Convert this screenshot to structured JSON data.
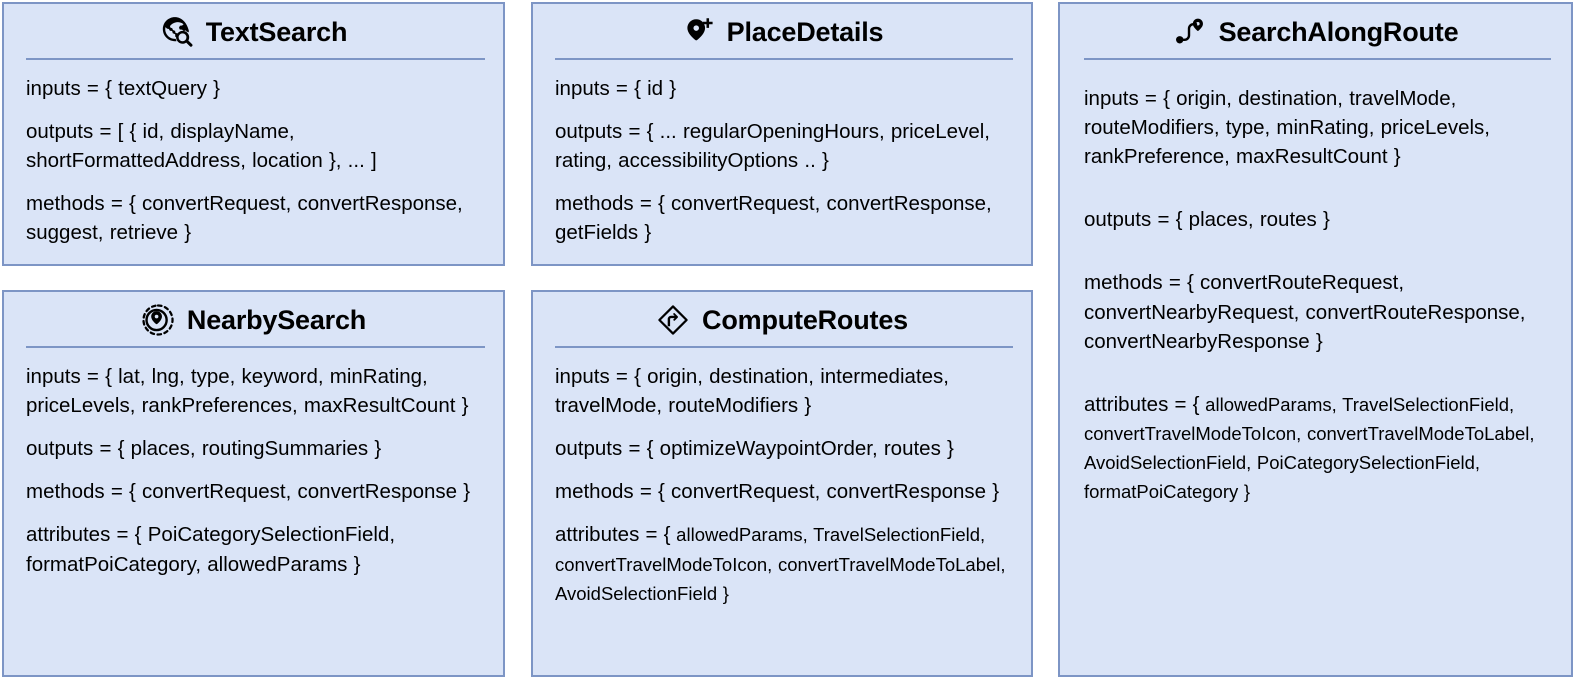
{
  "diagram": {
    "title": "Places & Routes API class cards",
    "colors": {
      "card_fill": "#dae4f7",
      "card_border": "#7d95c5",
      "divider": "#7d95c5",
      "text": "#000000",
      "page_background": "#ffffff"
    }
  },
  "cards": [
    {
      "id": "text-search",
      "title": "TextSearch",
      "icon": "globe-search-icon",
      "entries": [
        {
          "label": "inputs = {",
          "value": " textQuery }"
        },
        {
          "label": "outputs = [",
          "value": " { id, displayName, shortFormattedAddress, location }, ... ]"
        },
        {
          "label": "methods = {",
          "value": " convertRequest, convertResponse, suggest, retrieve }"
        }
      ]
    },
    {
      "id": "place-details",
      "title": "PlaceDetails",
      "icon": "map-pin-plus-icon",
      "entries": [
        {
          "label": "inputs = {",
          "value": " id }"
        },
        {
          "label": "outputs = {",
          "value": " ... regularOpeningHours, priceLevel, rating, accessibilityOptions .. }"
        },
        {
          "label": "methods = {",
          "value": " convertRequest, convertResponse, getFields }"
        }
      ]
    },
    {
      "id": "search-along-route",
      "title": "SearchAlongRoute",
      "icon": "route-pin-icon",
      "entries": [
        {
          "label": "inputs = {",
          "value": " origin, destination, travelMode, routeModifiers, type, minRating, priceLevels, rankPreference, maxResultCount }"
        },
        {
          "label": "outputs = {",
          "value": " places, routes }"
        },
        {
          "label": "methods = {",
          "value": " convertRouteRequest, convertNearbyRequest, convertRouteResponse, convertNearbyResponse }"
        },
        {
          "label": "attributes = {",
          "value": " allowedParams, TravelSelectionField, convertTravelModeToIcon, convertTravelModeToLabel, AvoidSelectionField, PoiCategorySelectionField, formatPoiCategory }",
          "small_value": true
        }
      ]
    },
    {
      "id": "nearby-search",
      "title": "NearbySearch",
      "icon": "radar-pin-icon",
      "entries": [
        {
          "label": "inputs = {",
          "value": " lat, lng, type, keyword, minRating, priceLevels, rankPreferences, maxResultCount }"
        },
        {
          "label": "outputs = {",
          "value": " places, routingSummaries }"
        },
        {
          "label": "methods = {",
          "value": " convertRequest, convertResponse }"
        },
        {
          "label": "attributes = {",
          "value": " PoiCategorySelectionField, formatPoiCategory, allowedParams }"
        }
      ]
    },
    {
      "id": "compute-routes",
      "title": "ComputeRoutes",
      "icon": "turn-right-diamond-icon",
      "entries": [
        {
          "label": "inputs = {",
          "value": " origin, destination, intermediates, travelMode, routeModifiers }"
        },
        {
          "label": "outputs = {",
          "value": " optimizeWaypointOrder, routes }"
        },
        {
          "label": "methods = {",
          "value": " convertRequest, convertResponse }"
        },
        {
          "label": "attributes = {",
          "value": " allowedParams, TravelSelectionField, convertTravelModeToIcon, convertTravelModeToLabel,  AvoidSelectionField }",
          "small_value": true
        }
      ]
    }
  ]
}
